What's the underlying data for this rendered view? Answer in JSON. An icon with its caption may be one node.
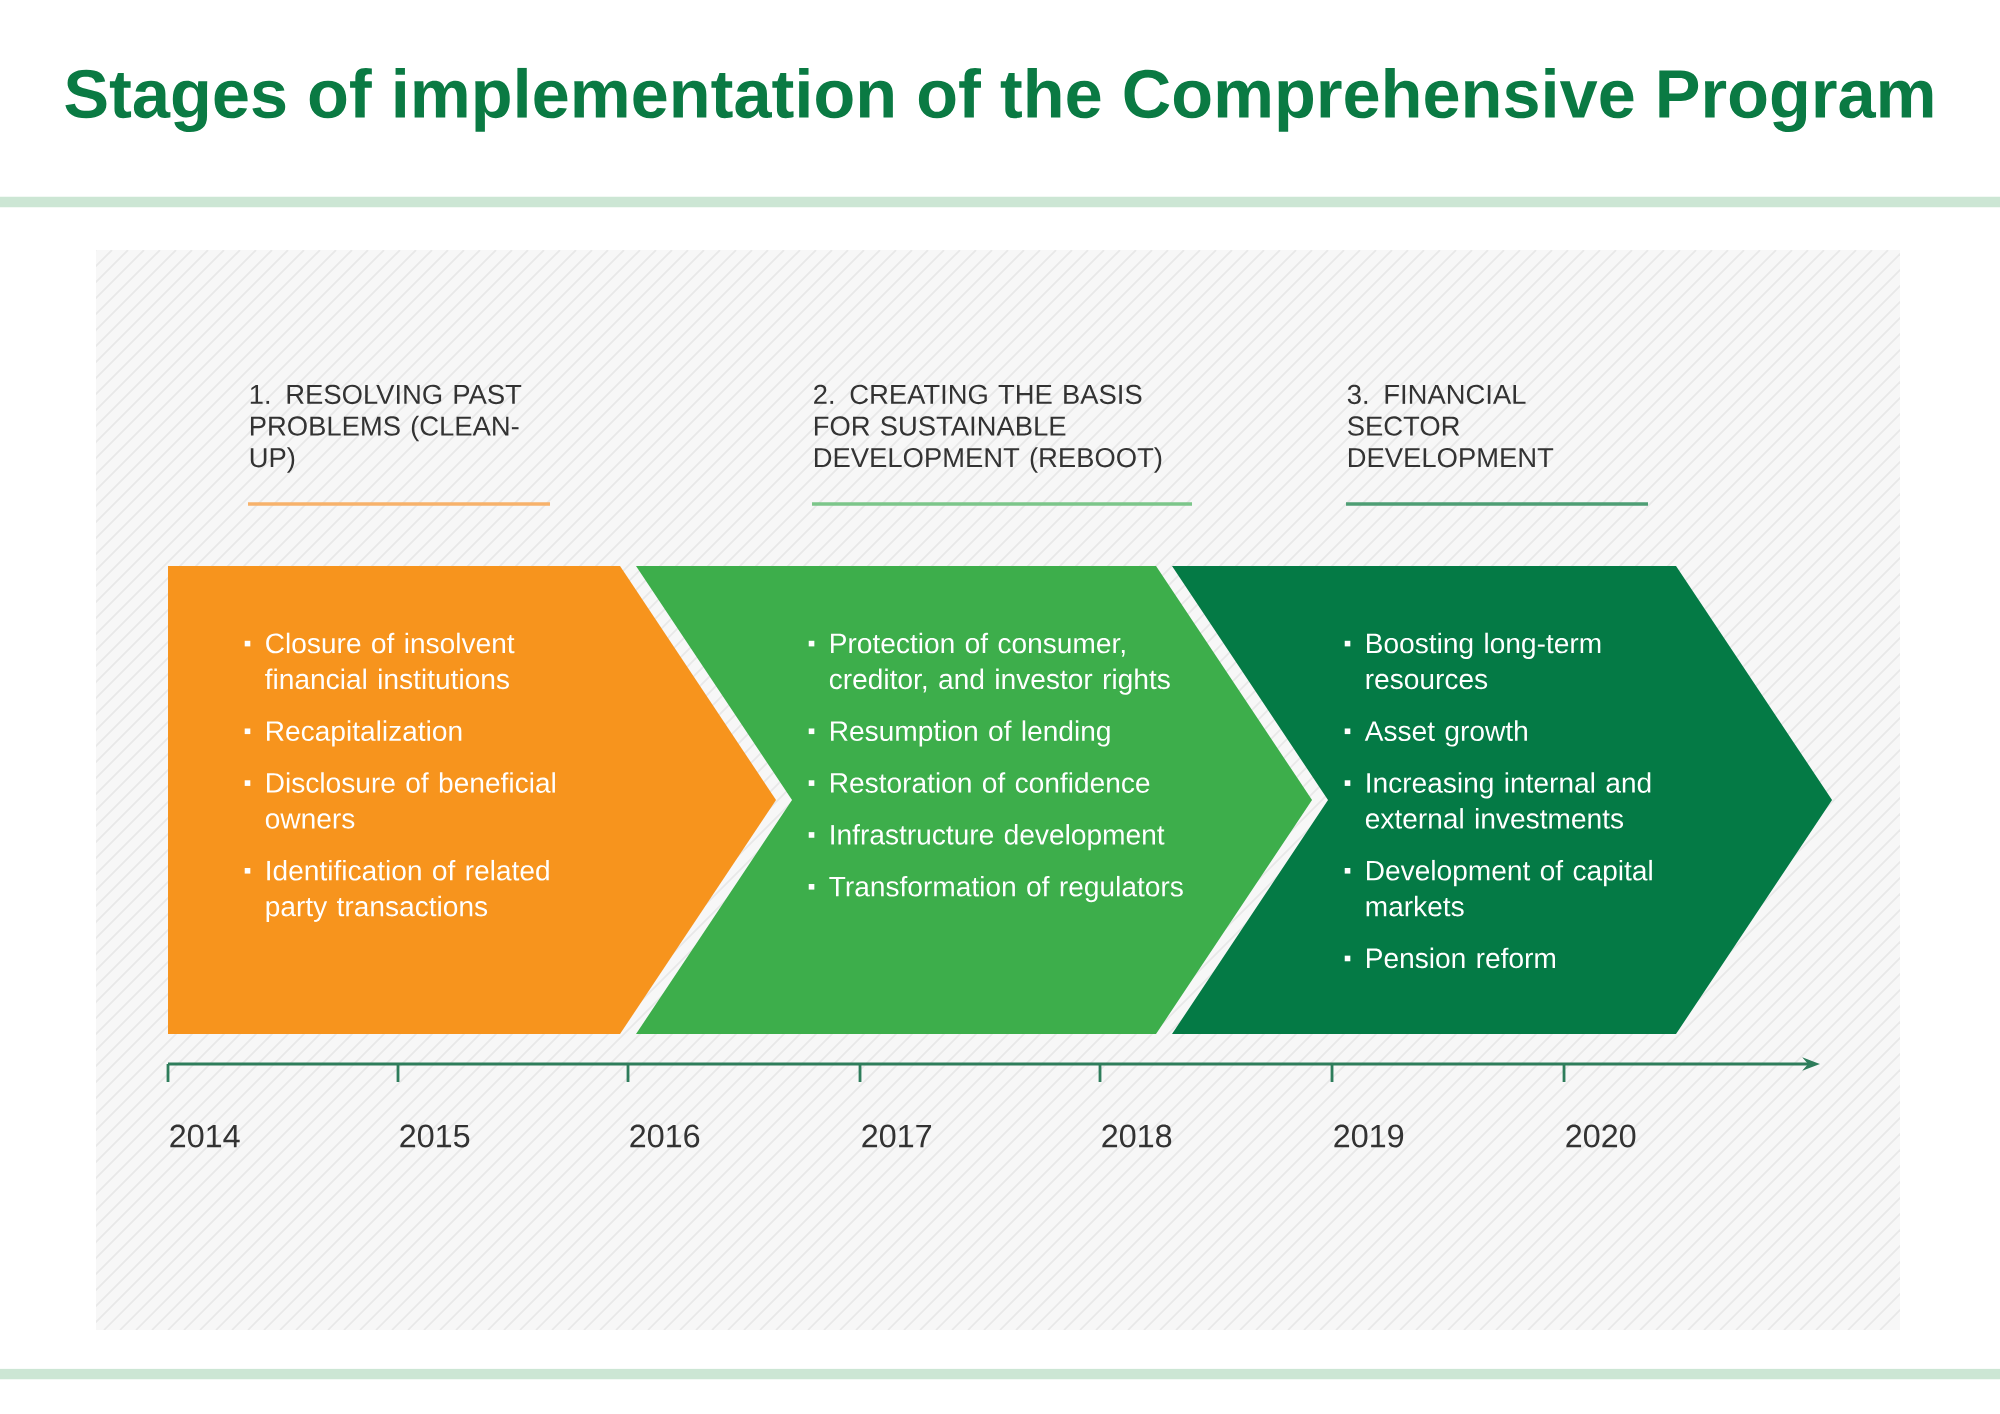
{
  "diagram": {
    "title": "Stages of implementation of the Comprehensive Program",
    "nodes": [
      {
        "text": [
          "Closure of insolvent financial institutions",
          "Recapitalization",
          "Disclosure of beneficial owners",
          "Identification of related party transactions"
        ]
      },
      {
        "text": [
          "Protection of consumer, creditor, and investor rights",
          "Resumption of lending",
          "Restoration of confidence",
          "Infrastructure development",
          "Transformation of regulators"
        ]
      },
      {
        "text": [
          "Boosting long-term resources",
          "Asset growth",
          "Increasing internal and external investments",
          "Development of capital markets",
          "Pension reform"
        ]
      }
    ],
    "labels": [
      "1. RESOLVING PAST PROBLEMS (CLEAN-UP)",
      "2. CREATING THE BASIS FOR SUSTAINABLE DEVELOPMENT (REBOOT)",
      "3. FINANCIAL SECTOR DEVELOPMENT",
      "2014",
      "2015",
      "2016",
      "2017",
      "2018",
      "2019",
      "2020"
    ]
  }
}
